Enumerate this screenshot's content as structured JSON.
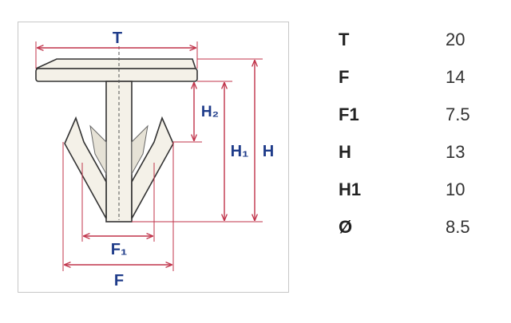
{
  "diagram": {
    "labels": {
      "t": "T",
      "h2": "H₂",
      "h1": "H₁",
      "h": "H",
      "f1": "F₁",
      "f": "F"
    },
    "colors": {
      "dimension_line": "#c0334a",
      "label": "#1f3c8a",
      "outline": "#333333"
    }
  },
  "specs": [
    {
      "label": "T",
      "value": "20"
    },
    {
      "label": "F",
      "value": "14"
    },
    {
      "label": "F1",
      "value": "7.5"
    },
    {
      "label": "H",
      "value": "13"
    },
    {
      "label": "H1",
      "value": "10"
    },
    {
      "label": "Ø",
      "value": "8.5"
    }
  ]
}
